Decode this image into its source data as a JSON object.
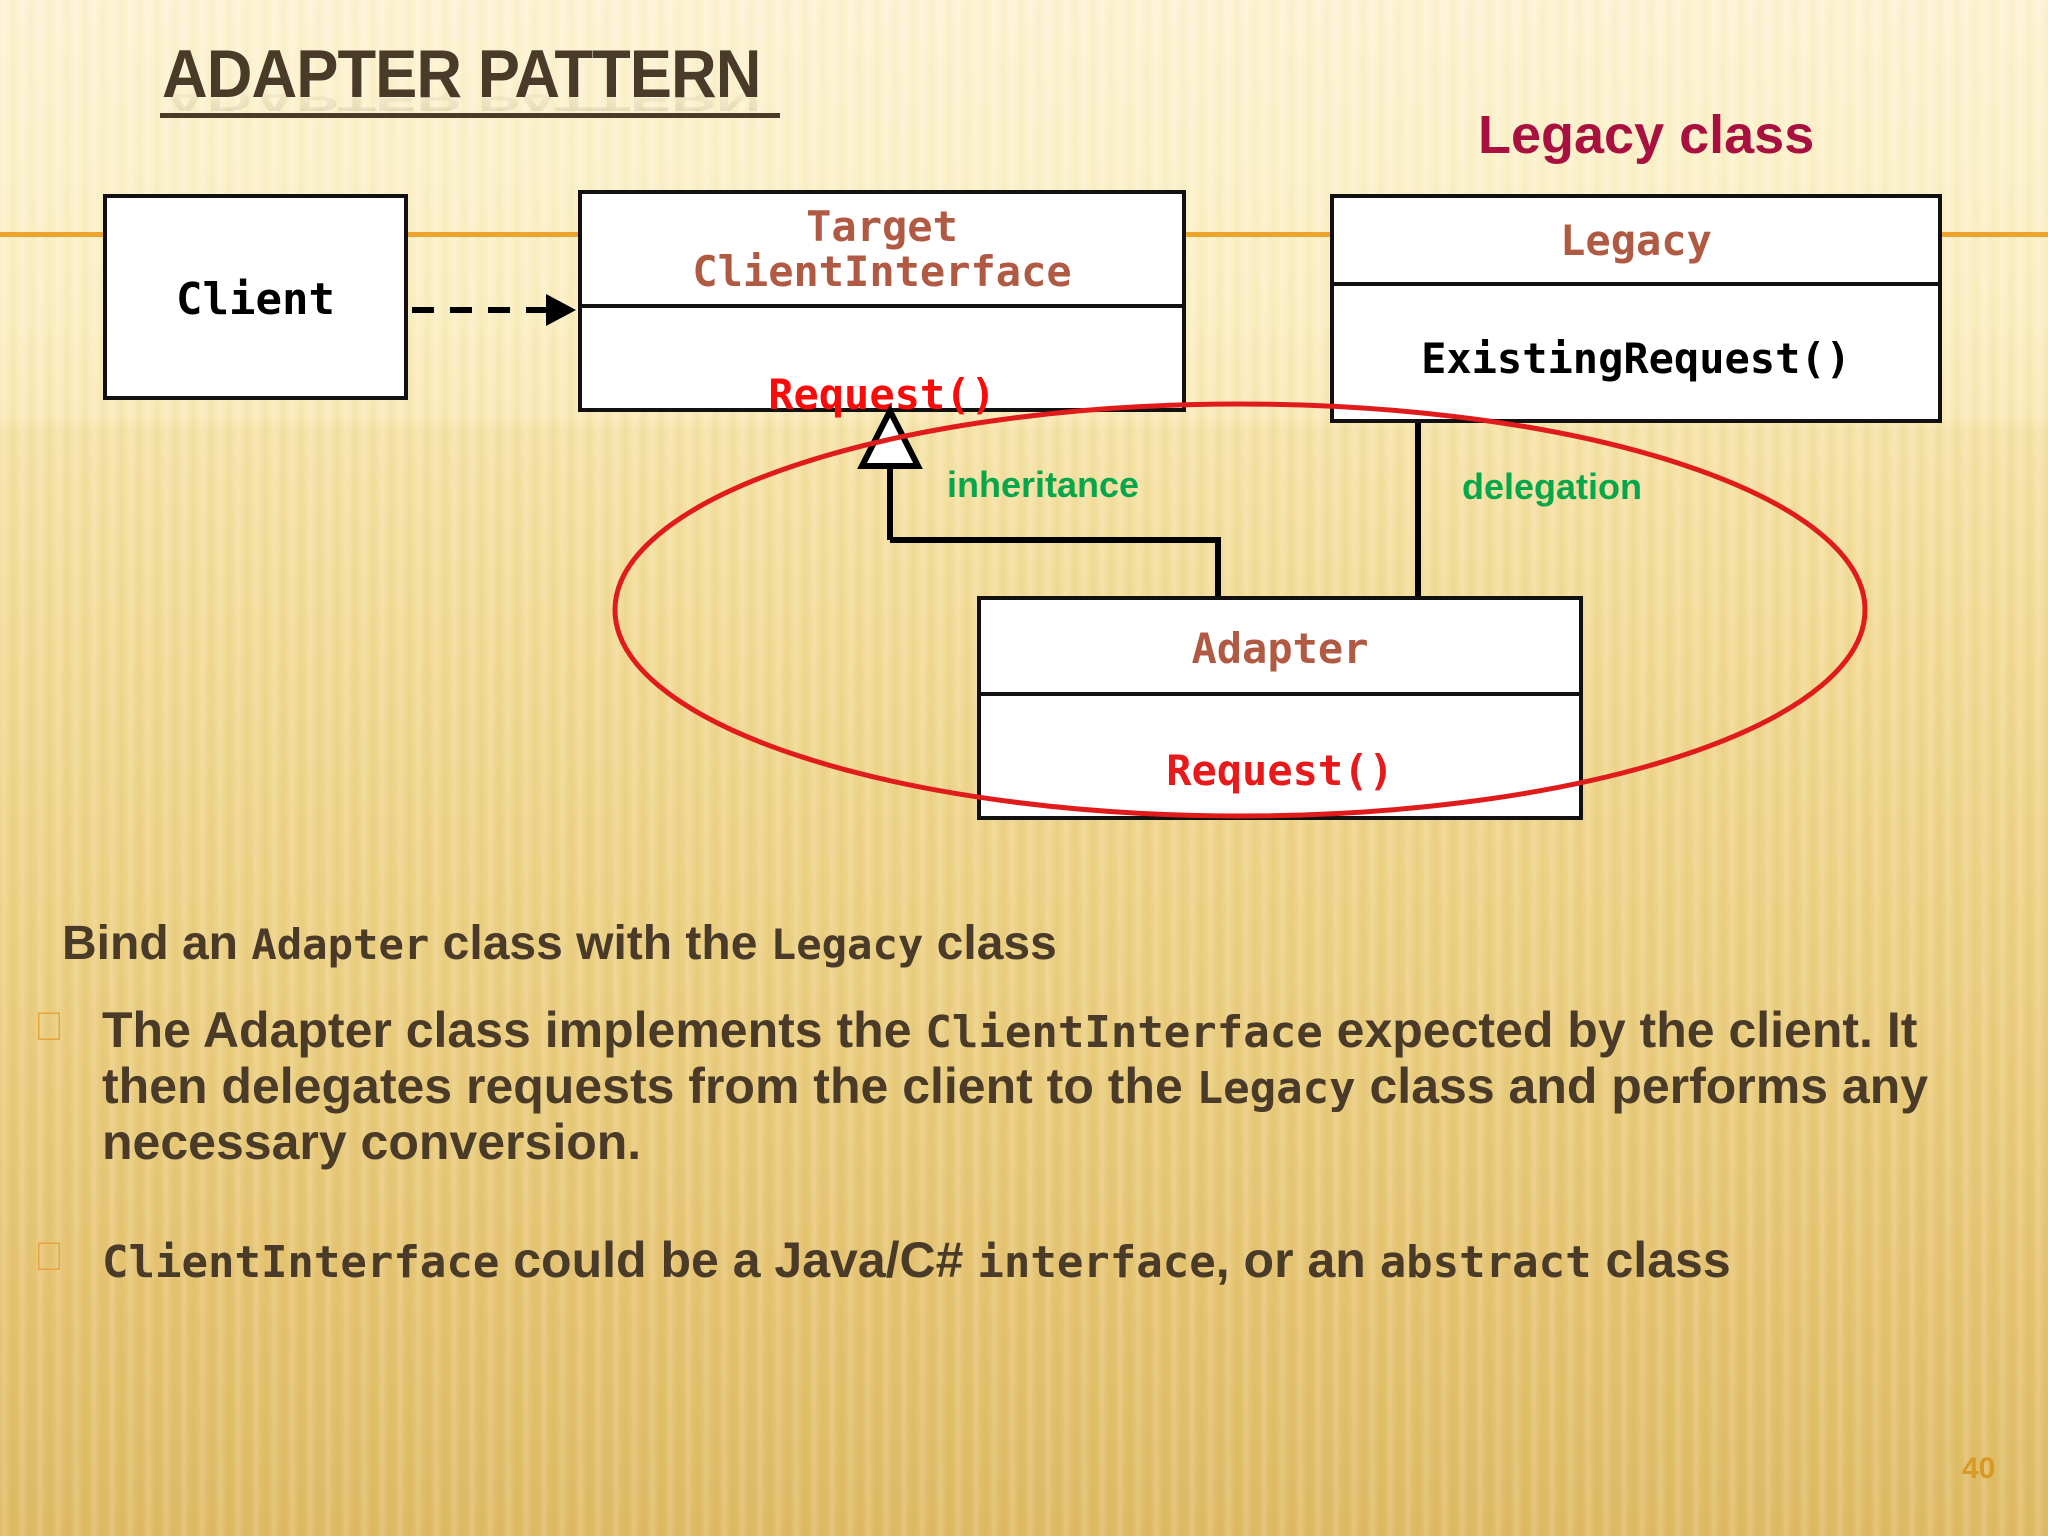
{
  "slide": {
    "title": "ADAPTER PATTERN",
    "page_number": "40",
    "callout": "Legacy class",
    "accent_orange": "#eda32d",
    "accent_crimson": "#a8113f",
    "accent_green": "#06a64a",
    "accent_red": "#e8191b",
    "accent_brown": "#b05a43",
    "text_brown": "#4a3a28"
  },
  "diagram": {
    "type": "uml-class-diagram",
    "boxes": [
      {
        "id": "client",
        "name": "Client",
        "name_color": "#000000",
        "operations": []
      },
      {
        "id": "target",
        "name": "Target\nClientInterface",
        "name_line_1": "Target",
        "name_line_2": "ClientInterface",
        "name_color": "#b05a43",
        "operation": "Request()",
        "operation_color": "#fb0a0a"
      },
      {
        "id": "legacy",
        "name": "Legacy",
        "name_color": "#b05a43",
        "operation": "ExistingRequest()",
        "operation_color": "#000000"
      },
      {
        "id": "adapter",
        "name": "Adapter",
        "name_color": "#b05a43",
        "operation": "Request()",
        "operation_color": "#e8191b"
      }
    ],
    "edges": [
      {
        "id": "client-to-target",
        "from": "client",
        "to": "target",
        "style": "dashed-arrow",
        "label": ""
      },
      {
        "id": "adapter-to-target",
        "from": "adapter",
        "to": "target",
        "style": "generalization-hollow-triangle",
        "label": "inheritance"
      },
      {
        "id": "adapter-to-legacy",
        "from": "adapter",
        "to": "legacy",
        "style": "solid-line",
        "label": "delegation"
      }
    ],
    "annotations": [
      {
        "id": "ellipse-highlight",
        "shape": "ellipse",
        "color": "#e01b1b",
        "encircles": [
          "adapter",
          "inheritance",
          "delegation"
        ]
      }
    ],
    "labels": {
      "inheritance": "inheritance",
      "delegation": "delegation"
    }
  },
  "body": {
    "lead": {
      "part_1": "Bind an ",
      "mono_1": "Adapter",
      "part_2": " class with the ",
      "mono_2": "Legacy",
      "part_3": " class"
    },
    "bullet_glyph": "",
    "bullets": [
      {
        "segments": [
          {
            "text": "The Adapter class implements the ",
            "mono": false
          },
          {
            "text": "ClientInterface",
            "mono": true
          },
          {
            "text": " expected by the client.  It then delegates requests from the client to the ",
            "mono": false
          },
          {
            "text": "Legacy",
            "mono": true
          },
          {
            "text": " class and performs any necessary conversion.",
            "mono": false
          }
        ]
      },
      {
        "segments": [
          {
            "text": "ClientInterface",
            "mono": true
          },
          {
            "text": " could be a Java/C# ",
            "mono": false
          },
          {
            "text": "interface",
            "mono": true
          },
          {
            "text": ", or an ",
            "mono": false
          },
          {
            "text": "abstract",
            "mono": true
          },
          {
            "text": " class",
            "mono": false
          }
        ]
      }
    ]
  }
}
